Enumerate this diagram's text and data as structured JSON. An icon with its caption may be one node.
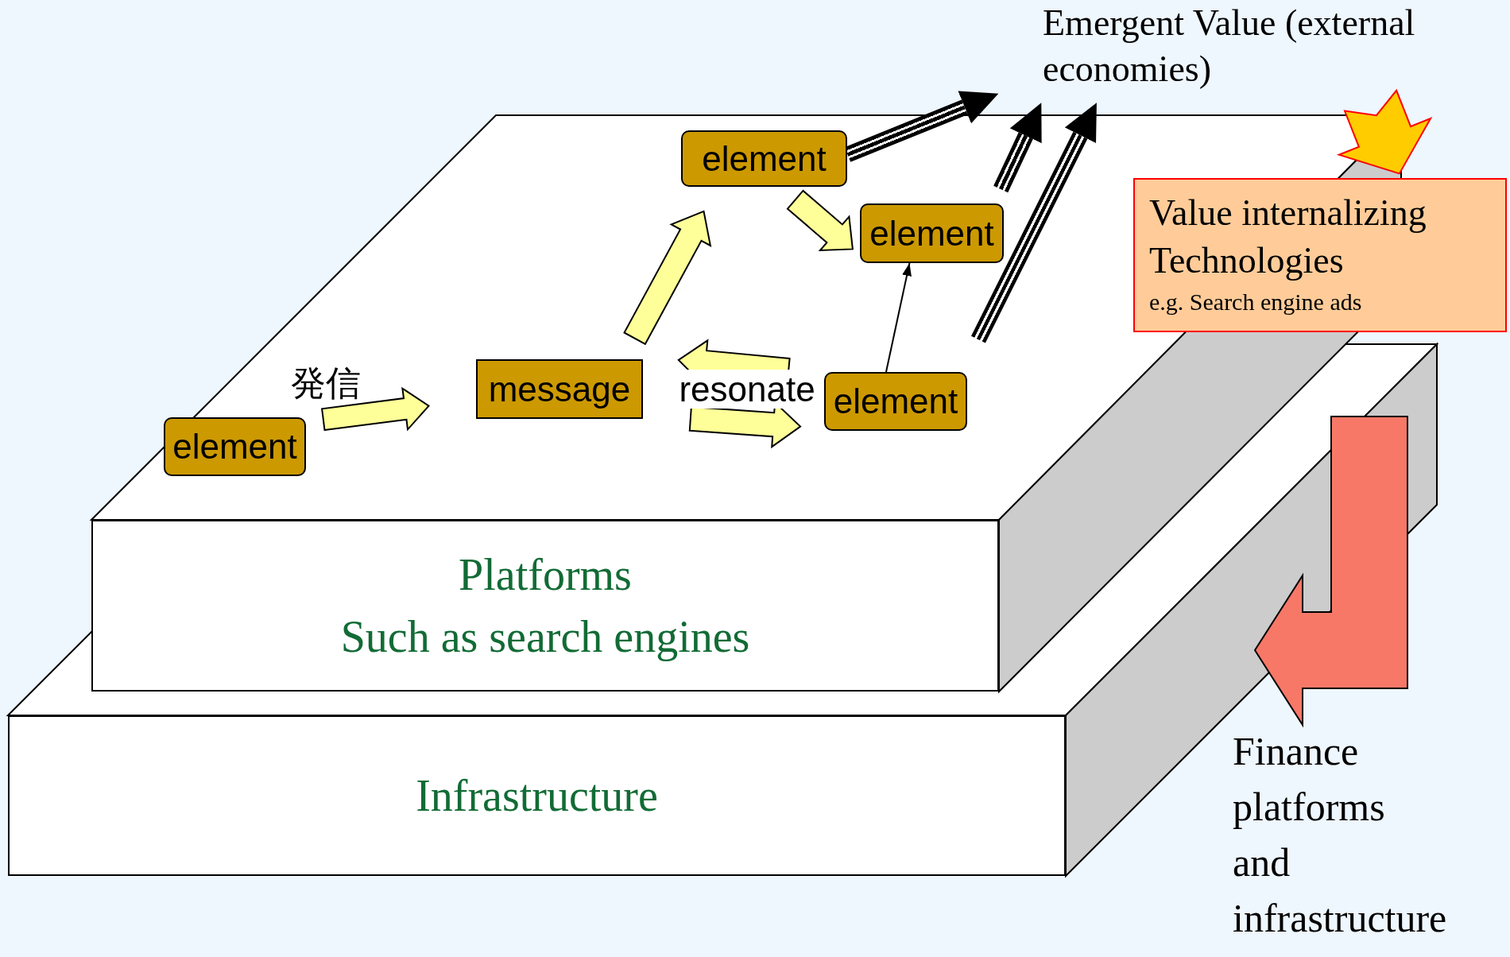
{
  "diagram": {
    "nodes": [
      {
        "text": [
          "Platforms",
          "Such as search engines"
        ]
      },
      {
        "text": [
          "Infrastructure"
        ]
      },
      {
        "text": [
          "element"
        ]
      },
      {
        "text": [
          "message"
        ]
      },
      {
        "text": [
          "element"
        ]
      },
      {
        "text": [
          "element"
        ]
      },
      {
        "text": [
          "element"
        ]
      },
      {
        "text": [
          "Emergent Value (external economies)"
        ]
      },
      {
        "text": [
          "Value internalizing Technologies",
          "e.g. Search engine ads"
        ]
      },
      {
        "text": [
          "Finance platforms and infrastructure"
        ]
      }
    ],
    "edges": [
      {
        "from": 2,
        "to": 3,
        "arrow": "to",
        "label": "発信"
      },
      {
        "from": 3,
        "to": 4,
        "arrow": "to"
      },
      {
        "from": 4,
        "to": 5,
        "arrow": "to"
      },
      {
        "from": 6,
        "to": 3,
        "arrow": "to"
      },
      {
        "from": 3,
        "to": 6,
        "arrow": "to",
        "label": "resonate"
      },
      {
        "from": 6,
        "to": 5,
        "arrow": "to",
        "color": "#000000"
      },
      {
        "from": 4,
        "to": 7,
        "arrow": "to",
        "style": "thick",
        "color": "#000000"
      },
      {
        "from": 5,
        "to": 7,
        "arrow": "to",
        "style": "thick",
        "color": "#000000"
      },
      {
        "from": 6,
        "to": 7,
        "arrow": "to",
        "style": "thick",
        "color": "#000000"
      },
      {
        "from": 7,
        "to": 8,
        "arrow": "to",
        "color": "#ffcc00"
      },
      {
        "from": null,
        "to": 9,
        "arrow": "to",
        "color": "#f87868"
      }
    ]
  }
}
